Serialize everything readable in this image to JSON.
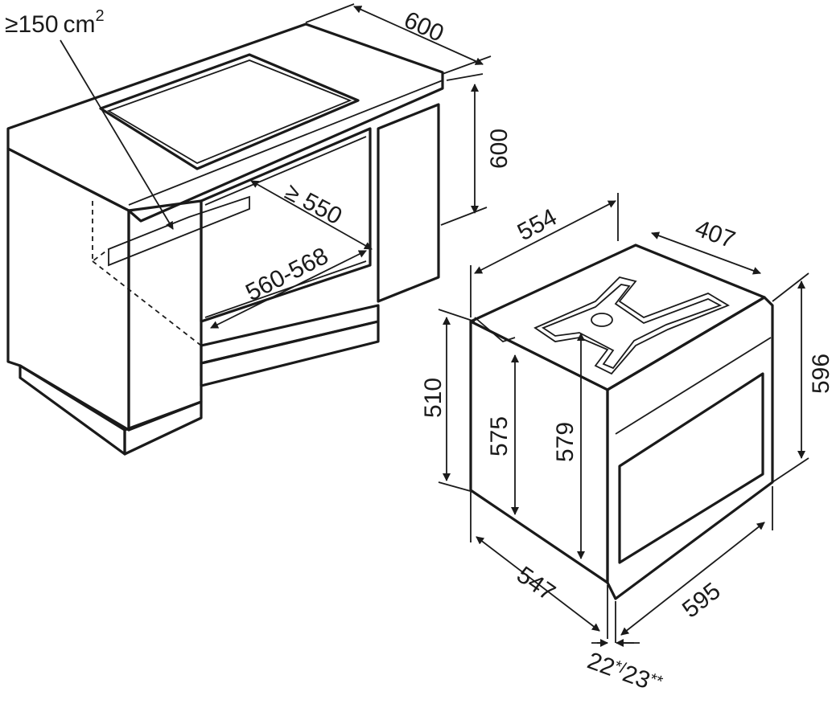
{
  "labels": {
    "vent_area": "≥150",
    "vent_unit": "cm",
    "vent_exp": "2",
    "counter_depth": "600",
    "counter_height": "600",
    "niche_depth": "≥ 550",
    "niche_width": "560-568",
    "oven_top_width": "554",
    "oven_top_depth": "407",
    "oven_front_height": "596",
    "oven_body_height": "510",
    "oven_inner_height": "575",
    "oven_cut_height": "579",
    "oven_depth": "547",
    "oven_front_width": "595",
    "front_thickness": "22",
    "front_thickness_sep": "*/",
    "front_thickness_alt": "23",
    "front_thickness_mark": "**"
  },
  "colors": {
    "surface": "#ffffff",
    "cabinet_side": "#d3d3d3",
    "counter_top": "#e4e4e4",
    "oven_window": "#cfcfcf",
    "vent_slot": "#9a9a9a",
    "ink": "#1a1a1a"
  }
}
